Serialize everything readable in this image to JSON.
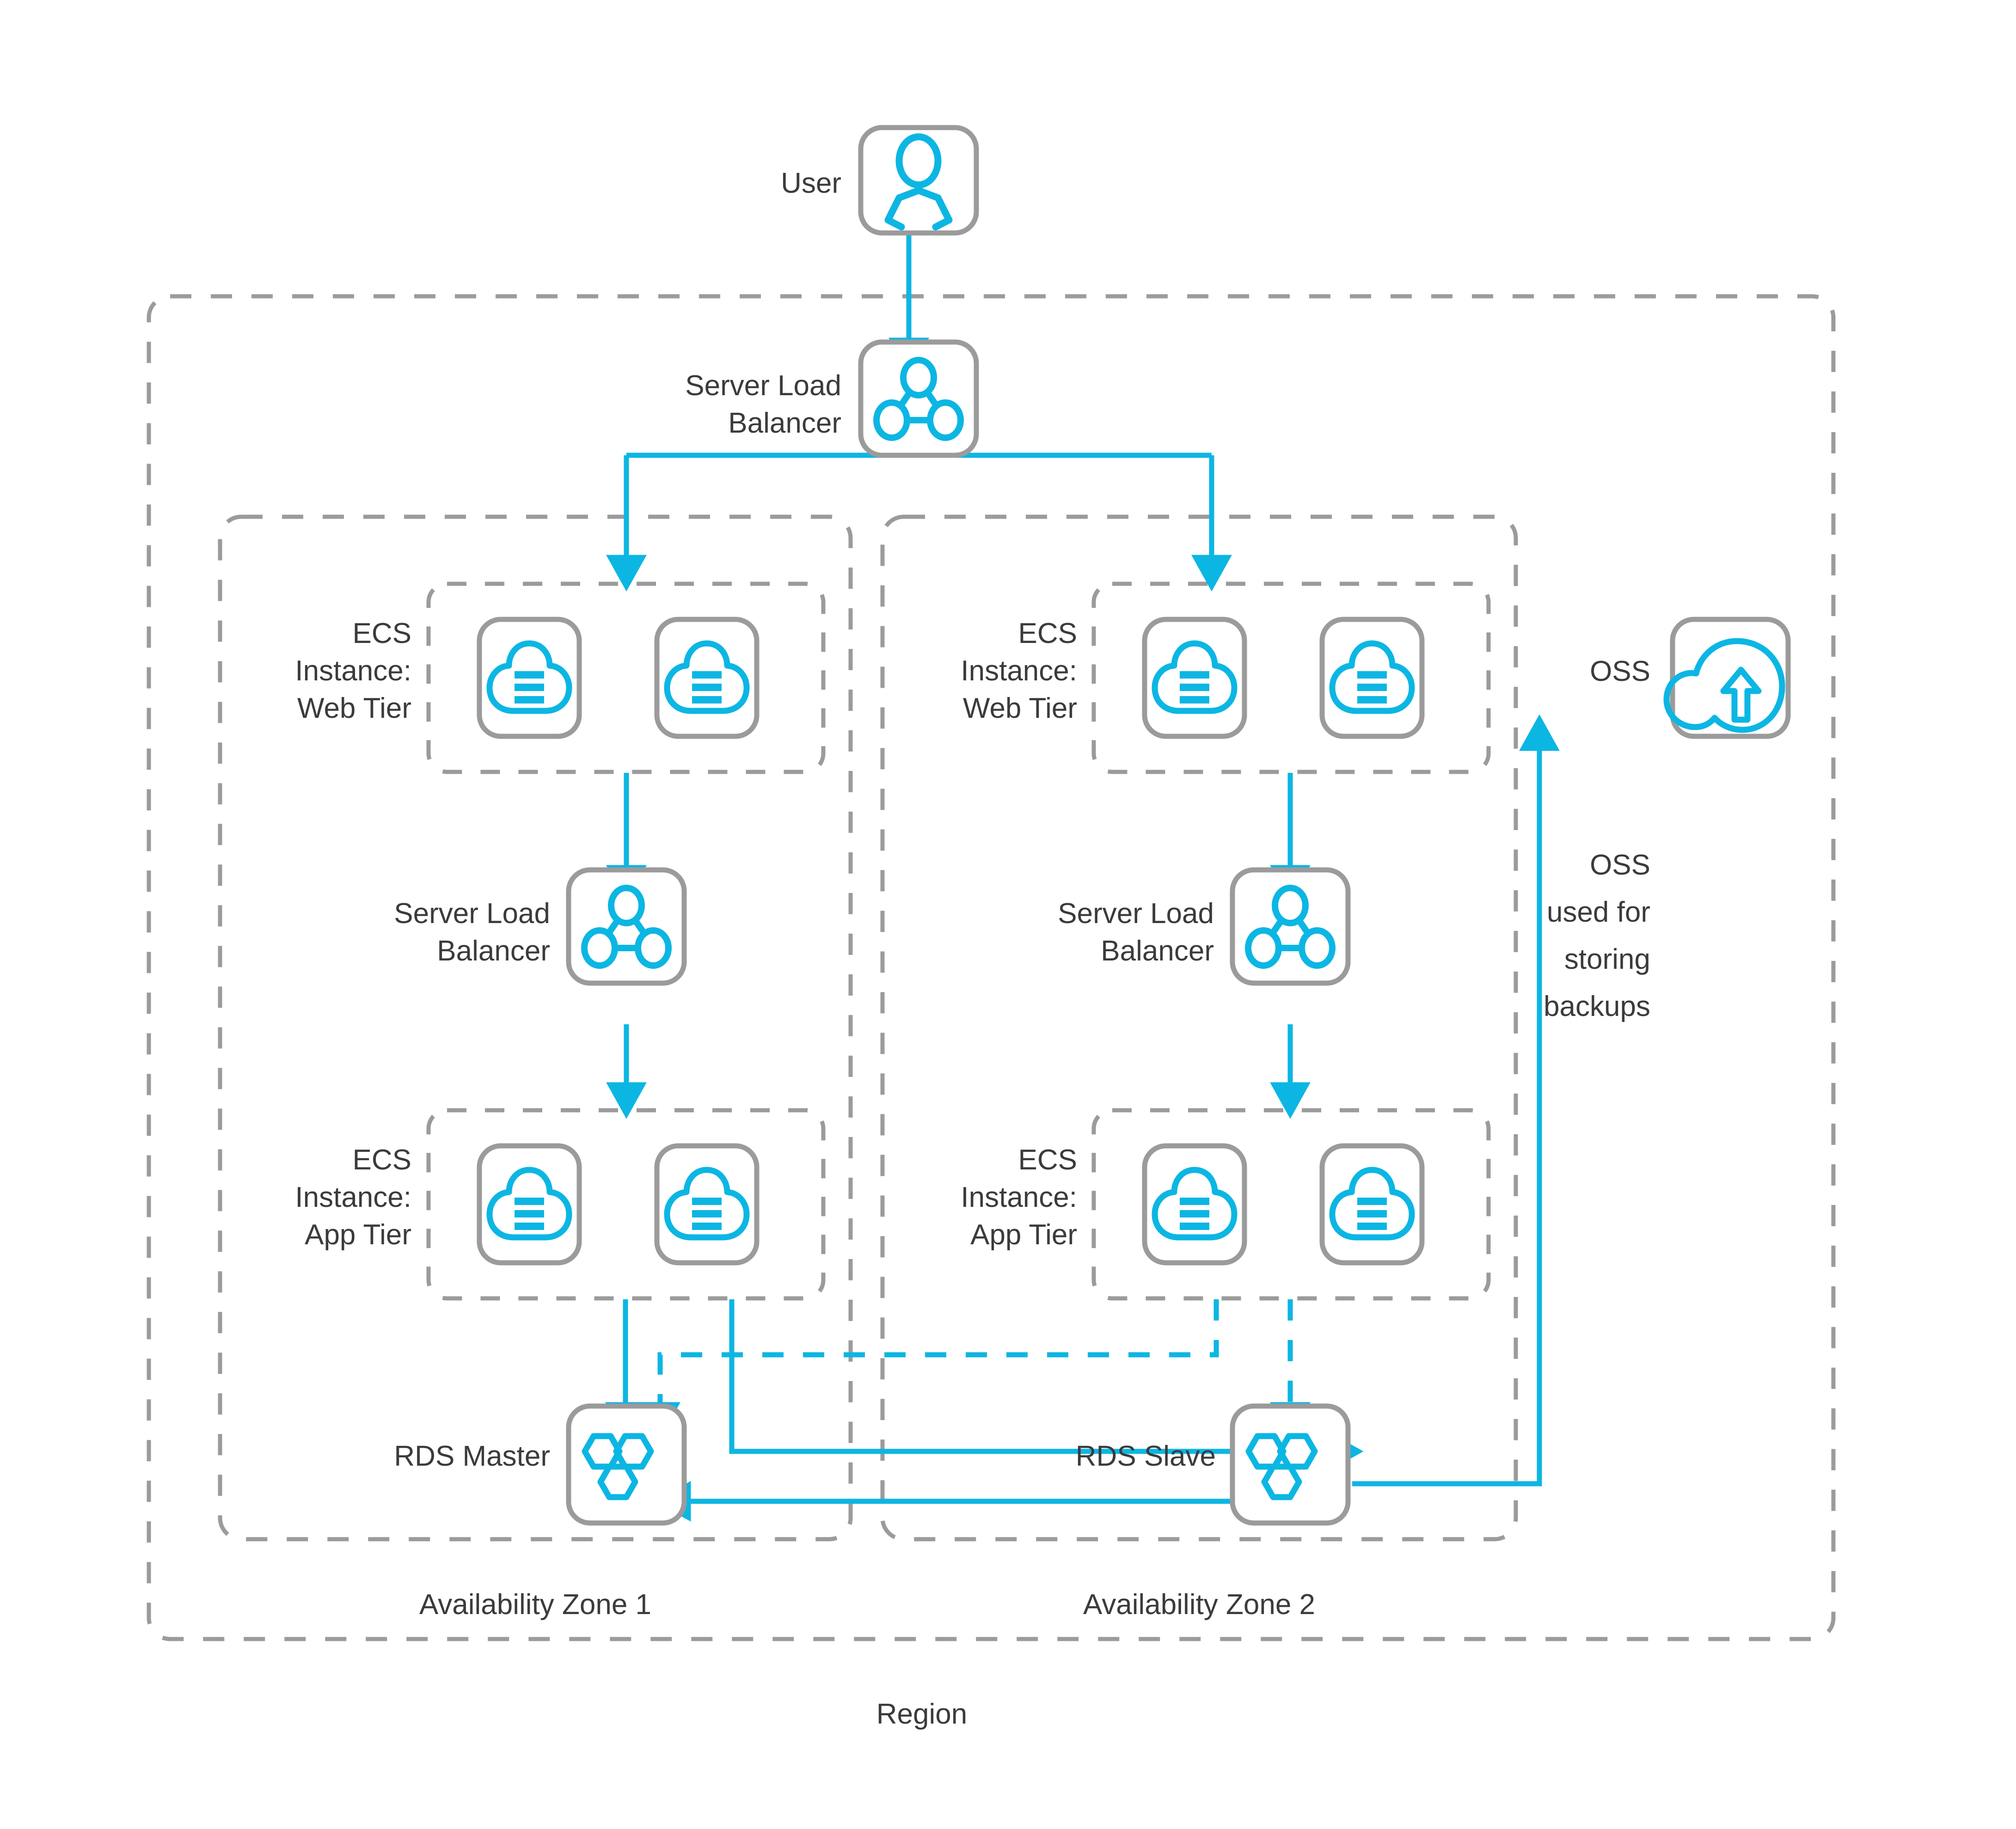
{
  "theme": {
    "accent": "#0cb6e3",
    "box_stroke": "#9b9b9b",
    "text": "#3b3b3b",
    "background": "#ffffff"
  },
  "diagram": {
    "type": "cloud-architecture",
    "title_visible": false,
    "containers": [
      {
        "id": "region",
        "label": "Region",
        "style": "dashed"
      },
      {
        "id": "az1",
        "label": "Availability Zone 1",
        "style": "dashed"
      },
      {
        "id": "az2",
        "label": "Availability Zone 2",
        "style": "dashed"
      }
    ],
    "nodes": [
      {
        "id": "user",
        "label": "User",
        "icon": "user-icon",
        "label_side": "left"
      },
      {
        "id": "slb-top",
        "label": "Server Load\nBalancer",
        "icon": "load-balancer-icon",
        "label_side": "left"
      },
      {
        "id": "ecs-web-1",
        "label": "ECS\nInstance:\nWeb Tier",
        "icon": "ecs-cloud-icon",
        "label_side": "left",
        "count": 2
      },
      {
        "id": "ecs-web-2",
        "label": "ECS\nInstance:\nWeb Tier",
        "icon": "ecs-cloud-icon",
        "label_side": "left",
        "count": 2
      },
      {
        "id": "slb-az1",
        "label": "Server Load\nBalancer",
        "icon": "load-balancer-icon",
        "label_side": "left"
      },
      {
        "id": "slb-az2",
        "label": "Server Load\nBalancer",
        "icon": "load-balancer-icon",
        "label_side": "left"
      },
      {
        "id": "ecs-app-1",
        "label": "ECS\nInstance:\nApp Tier",
        "icon": "ecs-cloud-icon",
        "label_side": "left",
        "count": 2
      },
      {
        "id": "ecs-app-2",
        "label": "ECS\nInstance:\nApp Tier",
        "icon": "ecs-cloud-icon",
        "label_side": "left",
        "count": 2
      },
      {
        "id": "rds-master",
        "label": "RDS Master",
        "icon": "rds-hexagons-icon",
        "label_side": "left"
      },
      {
        "id": "rds-slave",
        "label": "RDS Slave",
        "icon": "rds-hexagons-icon",
        "label_side": "left"
      },
      {
        "id": "oss",
        "label": "OSS",
        "icon": "oss-cloud-arrow-icon",
        "label_side": "left"
      }
    ],
    "annotations": [
      {
        "id": "oss-note",
        "text": "OSS\nused for\nstoring\nbackups",
        "align": "right"
      }
    ],
    "edges": [
      {
        "from": "user",
        "to": "slb-top",
        "style": "solid",
        "arrow": true
      },
      {
        "from": "slb-top",
        "to": "ecs-web-1",
        "style": "solid",
        "arrow": true
      },
      {
        "from": "slb-top",
        "to": "ecs-web-2",
        "style": "solid",
        "arrow": true
      },
      {
        "from": "ecs-web-1",
        "to": "slb-az1",
        "style": "solid",
        "arrow": true
      },
      {
        "from": "ecs-web-2",
        "to": "slb-az2",
        "style": "solid",
        "arrow": true
      },
      {
        "from": "slb-az1",
        "to": "ecs-app-1",
        "style": "solid",
        "arrow": true
      },
      {
        "from": "slb-az2",
        "to": "ecs-app-2",
        "style": "solid",
        "arrow": true
      },
      {
        "from": "ecs-app-1",
        "to": "rds-master",
        "style": "solid",
        "arrow": true
      },
      {
        "from": "ecs-app-2",
        "to": "rds-master",
        "style": "dashed",
        "arrow": true
      },
      {
        "from": "ecs-app-2",
        "to": "rds-slave",
        "style": "dashed",
        "arrow": true
      },
      {
        "from": "ecs-app-1",
        "to": "rds-slave",
        "style": "solid",
        "arrow": true
      },
      {
        "from": "rds-slave",
        "to": "rds-master",
        "style": "solid",
        "arrow": true
      },
      {
        "from": "rds-slave",
        "to": "oss",
        "style": "solid",
        "arrow": true
      }
    ]
  },
  "labels": {
    "user": "User",
    "slb_top_line1": "Server Load",
    "slb_top_line2": "Balancer",
    "ecs_web_line1": "ECS",
    "ecs_web_line2": "Instance:",
    "ecs_web_line3": "Web Tier",
    "ecs_app_line1": "ECS",
    "ecs_app_line2": "Instance:",
    "ecs_app_line3": "App Tier",
    "slb_az_line1": "Server Load",
    "slb_az_line2": "Balancer",
    "rds_master": "RDS Master",
    "rds_slave": "RDS Slave",
    "oss": "OSS",
    "oss_note_line1": "OSS",
    "oss_note_line2": "used for",
    "oss_note_line3": "storing",
    "oss_note_line4": "backups",
    "az1": "Availability Zone 1",
    "az2": "Availability Zone 2",
    "region": "Region"
  }
}
